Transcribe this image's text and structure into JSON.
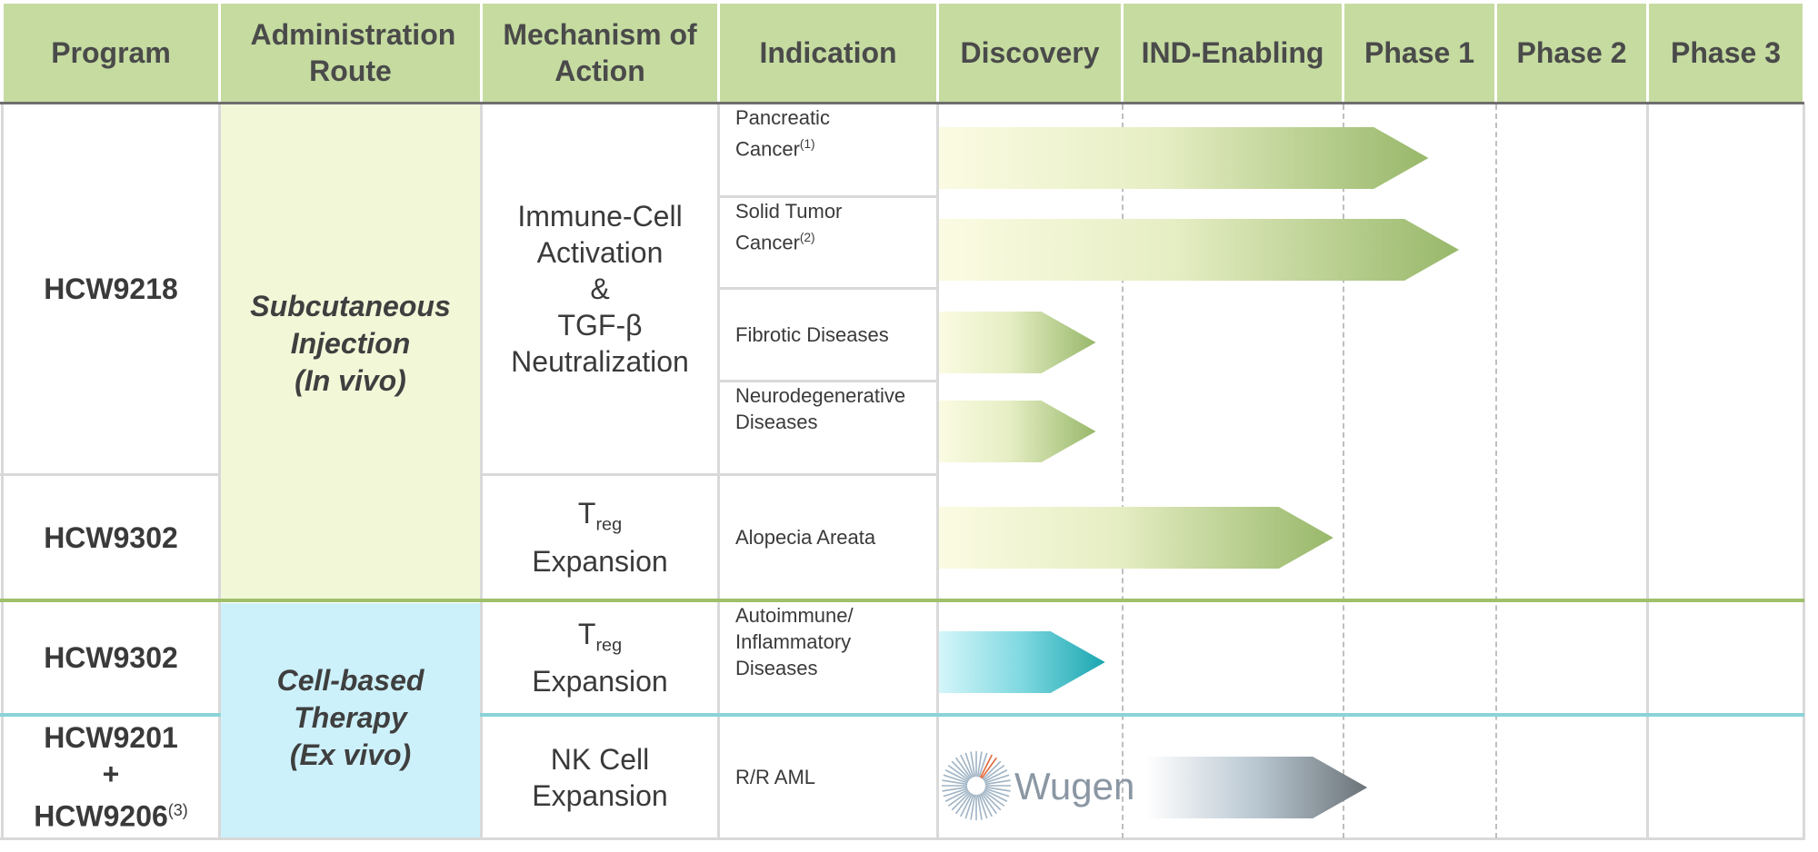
{
  "headers": {
    "program": "Program",
    "route": "Administration Route",
    "moa": "Mechanism of Action",
    "indication": "Indication",
    "discovery": "Discovery",
    "ind_enabling": "IND-Enabling",
    "phase1": "Phase 1",
    "phase2": "Phase 2",
    "phase3": "Phase 3"
  },
  "programs": {
    "p1": "HCW9218",
    "p2": "HCW9302",
    "p3": "HCW9302",
    "p4_line1": "HCW9201",
    "p4_plus": "+",
    "p4_line2": "HCW9206",
    "p4_note": "(3)"
  },
  "routes": {
    "sub_1": "Subcutaneous",
    "sub_2": "Injection",
    "sub_3": "(In vivo)",
    "cell_1": "Cell-based",
    "cell_2": "Therapy",
    "cell_3": "(Ex vivo)"
  },
  "moa": {
    "m1_1": "Immune-Cell",
    "m1_2": "Activation",
    "m1_3": "&",
    "m1_4": "TGF-β",
    "m1_5": "Neutralization",
    "treg_T": "T",
    "treg_sub": "reg",
    "expansion": "Expansion",
    "nk_1": "NK Cell",
    "nk_2": "Expansion"
  },
  "indications": {
    "pancreatic_1": "Pancreatic",
    "pancreatic_2": "Cancer",
    "pancreatic_note": "(1)",
    "solid_1": "Solid Tumor",
    "solid_2": "Cancer",
    "solid_note": "(2)",
    "fibrotic": "Fibrotic Diseases",
    "neuro_1": "Neurodegenerative",
    "neuro_2": "Diseases",
    "alopecia": "Alopecia Areata",
    "auto_1": "Autoimmune/",
    "auto_2": "Inflammatory",
    "auto_3": "Diseases",
    "aml": "R/R AML"
  },
  "partner_logo_text": "Wugen",
  "colors": {
    "header_bg": "#c5dba0",
    "in_vivo_bg": "#f2f7d8",
    "ex_vivo_bg": "#cdf1fa",
    "green_line": "#9fc06a",
    "teal_line": "#8ad3d8",
    "bar_green": "#98b86a",
    "bar_teal": "#1aa6b0",
    "bar_gray": "#6b7378"
  },
  "chart_data": {
    "type": "bar",
    "stages": [
      "Discovery",
      "IND-Enabling",
      "Phase 1",
      "Phase 2",
      "Phase 3"
    ],
    "bars": [
      {
        "indication": "Pancreatic Cancer",
        "program": "HCW9218",
        "progress_stage_units": 2.55,
        "color": "green"
      },
      {
        "indication": "Solid Tumor Cancer",
        "program": "HCW9218",
        "progress_stage_units": 2.75,
        "color": "green"
      },
      {
        "indication": "Fibrotic Diseases",
        "program": "HCW9218",
        "progress_stage_units": 0.85,
        "color": "green"
      },
      {
        "indication": "Neurodegenerative Diseases",
        "program": "HCW9218",
        "progress_stage_units": 0.85,
        "color": "green"
      },
      {
        "indication": "Alopecia Areata",
        "program": "HCW9302",
        "progress_stage_units": 1.95,
        "color": "green"
      },
      {
        "indication": "Autoimmune/Inflammatory Diseases",
        "program": "HCW9302",
        "progress_stage_units": 0.9,
        "color": "teal"
      },
      {
        "indication": "R/R AML",
        "program": "HCW9201 + HCW9206",
        "progress_stage_units": 2.15,
        "start_stage_units": 1.1,
        "color": "gray"
      }
    ]
  }
}
